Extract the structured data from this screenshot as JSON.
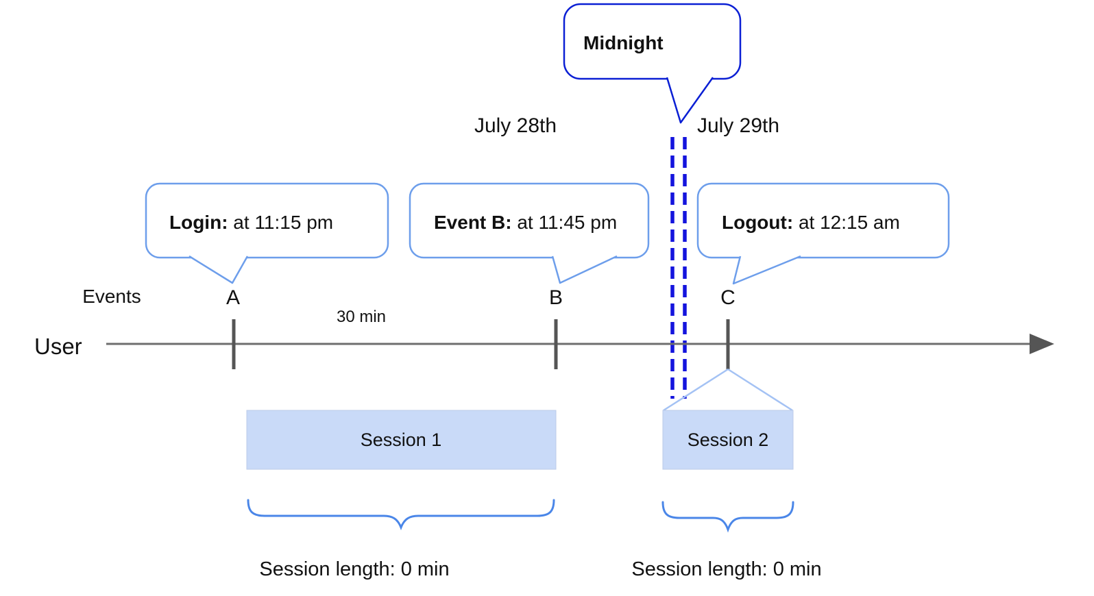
{
  "diagram": {
    "title_bubble": {
      "label": "Midnight"
    },
    "dates": {
      "left": "July 28th",
      "right": "July 29th"
    },
    "callouts": [
      {
        "label": "Login:",
        "text": " at 11:15 pm"
      },
      {
        "label": "Event B:",
        "text": " at 11:45 pm"
      },
      {
        "label": "Logout:",
        "text": " at 12:15 am"
      }
    ],
    "axis": {
      "events_label": "Events",
      "user_label": "User",
      "interval_label": "30 min",
      "event_marks": [
        "A",
        "B",
        "C"
      ]
    },
    "sessions": [
      {
        "name": "Session 1",
        "length_label": "Session length: 0 min"
      },
      {
        "name": "Session 2",
        "length_label": "Session length: 0 min"
      }
    ],
    "colors": {
      "midnight_border": "#0a1fd4",
      "callout_border": "#6d9eeb",
      "dashed_divider": "#1414dd",
      "session_fill": "#c9daf8",
      "funnel_line": "#a4c2f4",
      "brace": "#4a86e8",
      "axis_line": "#6e6e6e",
      "tick": "#555555",
      "text": "#111111"
    }
  }
}
